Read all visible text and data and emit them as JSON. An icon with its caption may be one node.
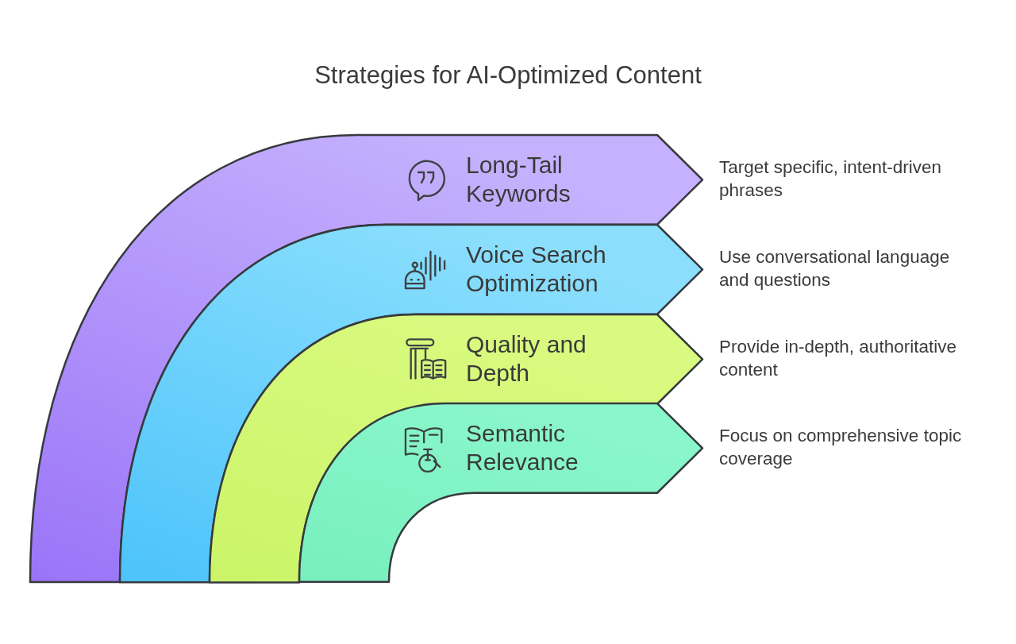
{
  "diagram": {
    "title": "Strategies for AI-Optimized Content",
    "nodes": [
      {
        "text": [
          "Long-Tail Keywords"
        ],
        "beside": [
          "Target specific, intent-driven phrases"
        ]
      },
      {
        "text": [
          "Voice Search Optimization"
        ],
        "beside": [
          "Use conversational language and questions"
        ]
      },
      {
        "text": [
          "Quality and Depth"
        ],
        "beside": [
          "Provide in-depth, authoritative content"
        ]
      },
      {
        "text": [
          "Semantic Relevance"
        ],
        "beside": [
          "Focus on comprehensive topic coverage"
        ]
      }
    ]
  }
}
